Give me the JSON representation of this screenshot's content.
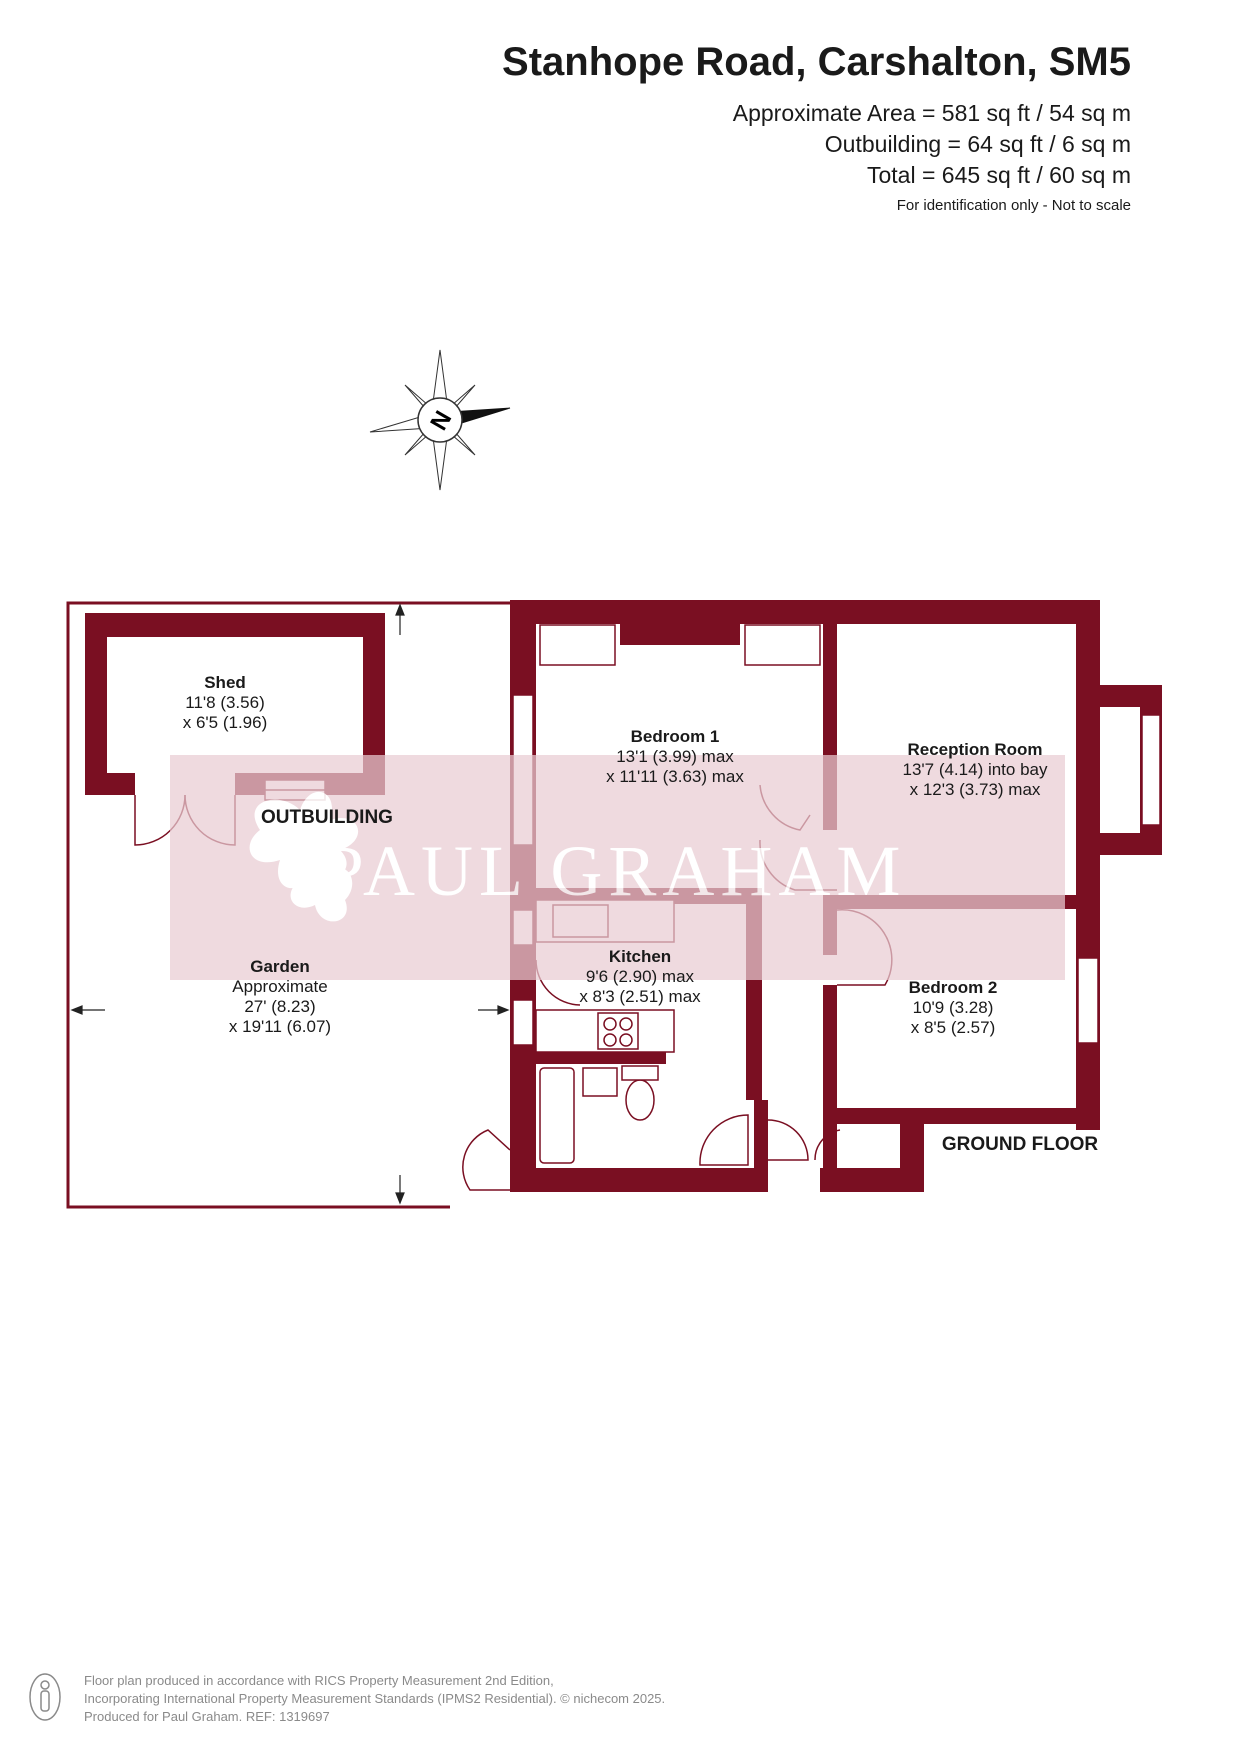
{
  "header": {
    "title": "Stanhope Road, Carshalton, SM5",
    "area_main": "Approximate Area = 581 sq ft / 54 sq m",
    "area_outbuilding": "Outbuilding = 64 sq ft / 6 sq m",
    "area_total": "Total = 645 sq ft / 60 sq m",
    "disclaimer": "For identification only - Not to scale"
  },
  "compass": {
    "label": "N",
    "icon": "compass-rose-icon"
  },
  "watermark": {
    "text": "PAUL GRAHAM",
    "icon": "leaf-logo-icon"
  },
  "colors": {
    "wall": "#7a0f22",
    "watermark_band": "#e8ccd2",
    "text": "#1a1a1a",
    "footer_text": "#8a8a8a"
  },
  "rooms": {
    "shed": {
      "name": "Shed",
      "dim1": "11'8 (3.56)",
      "dim2": "x 6'5 (1.96)"
    },
    "outbuilding_label": "OUTBUILDING",
    "bedroom1": {
      "name": "Bedroom 1",
      "dim1": "13'1 (3.99) max",
      "dim2": "x 11'11 (3.63) max"
    },
    "reception": {
      "name": "Reception Room",
      "dim1": "13'7 (4.14) into bay",
      "dim2": "x 12'3 (3.73) max"
    },
    "kitchen": {
      "name": "Kitchen",
      "dim1": "9'6 (2.90) max",
      "dim2": "x 8'3 (2.51) max"
    },
    "garden": {
      "name": "Garden",
      "dim0": "Approximate",
      "dim1": "27' (8.23)",
      "dim2": "x 19'11 (6.07)"
    },
    "bedroom2": {
      "name": "Bedroom 2",
      "dim1": "10'9 (3.28)",
      "dim2": "x 8'5 (2.57)"
    },
    "floor_label": "GROUND FLOOR"
  },
  "footer": {
    "line1": "Floor plan produced in accordance with RICS Property Measurement 2nd Edition,",
    "line2": "Incorporating International Property Measurement Standards (IPMS2 Residential).   © nichecom 2025.",
    "line3": "Produced for Paul Graham.   REF: 1319697"
  }
}
